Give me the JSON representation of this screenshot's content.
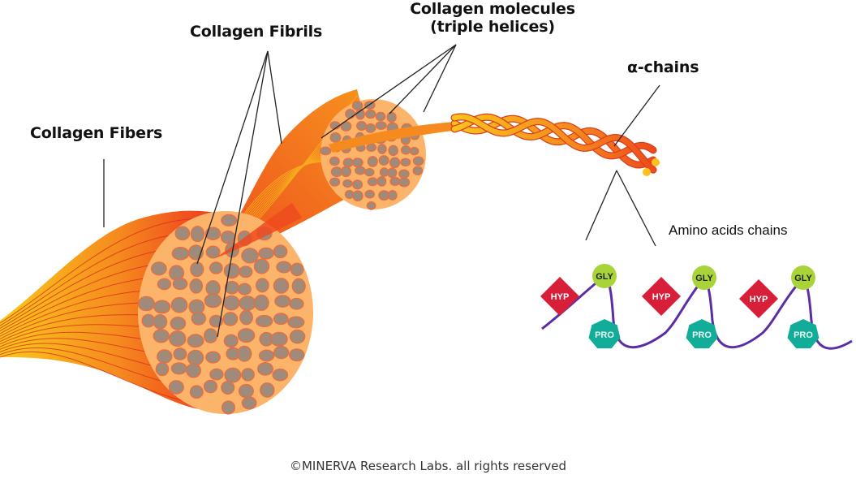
{
  "labels": {
    "collagen_fibers": "Collagen Fibers",
    "collagen_fibrils": "Collagen Fibrils",
    "collagen_molecules_line1": "Collagen molecules",
    "collagen_molecules_line2": "(triple helices)",
    "alpha_chains": "α-chains",
    "amino_acids_chains": "Amino acids chains"
  },
  "amino_acid_units": [
    {
      "hyp": "HYP",
      "gly": "GLY",
      "pro": "PRO"
    },
    {
      "hyp": "HYP",
      "gly": "GLY",
      "pro": "PRO"
    },
    {
      "hyp": "HYP",
      "gly": "GLY",
      "pro": "PRO"
    }
  ],
  "colors": {
    "hyp": "#d71f3a",
    "gly": "#a8d43a",
    "pro": "#12ad98",
    "chain": "#5b2ea6",
    "fiber_orange": "#f26a1b",
    "fiber_yellow": "#f9c41c",
    "cross_section": "#fbb46a",
    "fibril_dot": "#a08a7a",
    "fibril_edge": "#f06a3a"
  },
  "footer": "©MINERVA Research Labs. all rights reserved"
}
